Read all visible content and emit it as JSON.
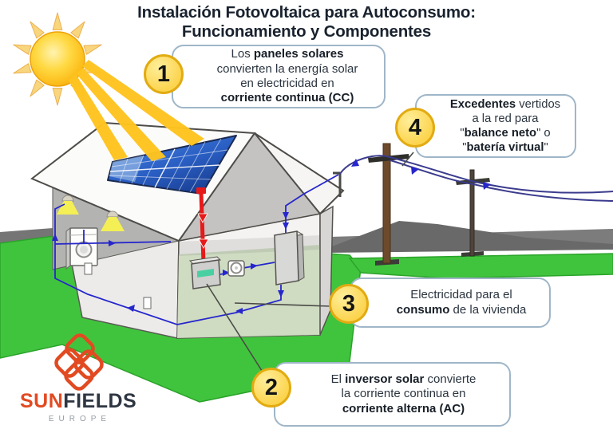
{
  "title": {
    "line1": "Instalación Fotovoltaica para Autoconsumo:",
    "line2": "Funcionamiento y Componentes"
  },
  "callouts": [
    {
      "number": "1",
      "segments": [
        {
          "t": "Los ",
          "b": false
        },
        {
          "t": "paneles solares",
          "b": true
        },
        {
          "t": "\nconvierten la energía solar\nen electricidad en\n",
          "b": false
        },
        {
          "t": "corriente continua (CC)",
          "b": true
        }
      ]
    },
    {
      "number": "2",
      "segments": [
        {
          "t": "El ",
          "b": false
        },
        {
          "t": "inversor solar",
          "b": true
        },
        {
          "t": " convierte\nla corriente continua en\n",
          "b": false
        },
        {
          "t": "corriente alterna (AC)",
          "b": true
        }
      ]
    },
    {
      "number": "3",
      "segments": [
        {
          "t": "Electricidad para el\n",
          "b": false
        },
        {
          "t": "consumo",
          "b": true
        },
        {
          "t": " de la vivienda",
          "b": false
        }
      ]
    },
    {
      "number": "4",
      "segments": [
        {
          "t": "Excedentes",
          "b": true
        },
        {
          "t": " vertidos\na la red para\n\"",
          "b": false
        },
        {
          "t": "balance neto",
          "b": true
        },
        {
          "t": "\" o\n\"",
          "b": false
        },
        {
          "t": "batería virtual",
          "b": true
        },
        {
          "t": "\"",
          "b": false
        }
      ]
    }
  ],
  "logo": {
    "brand_primary": "SUN",
    "brand_secondary": "FIELDS",
    "subtitle": "EUROPE"
  },
  "scene_elements": [
    "sun",
    "sun-rays",
    "sun-beams",
    "solar-panel-array",
    "house",
    "dc-cable",
    "inverter",
    "energy-meter",
    "electrical-panel",
    "washing-machine",
    "ceiling-lamps",
    "power-outlets",
    "ac-wiring",
    "grid-connection-mast",
    "utility-poles",
    "grid-wires",
    "mountain",
    "road",
    "grass",
    "logo-icon"
  ],
  "colors": {
    "title_text": "#19222e",
    "callout_border": "#9fb6c8",
    "callout_number_bg": "#fcd44e",
    "callout_number_border": "#e2ab12",
    "grass": "#41c43d",
    "sun": "#ffc41f",
    "solar_panel": "#2a5fc4",
    "dc_cable": "#e61a1a",
    "wire": "#2626cc",
    "grid_wire": "#3b3b8e",
    "brand_orange": "#e24a22"
  }
}
